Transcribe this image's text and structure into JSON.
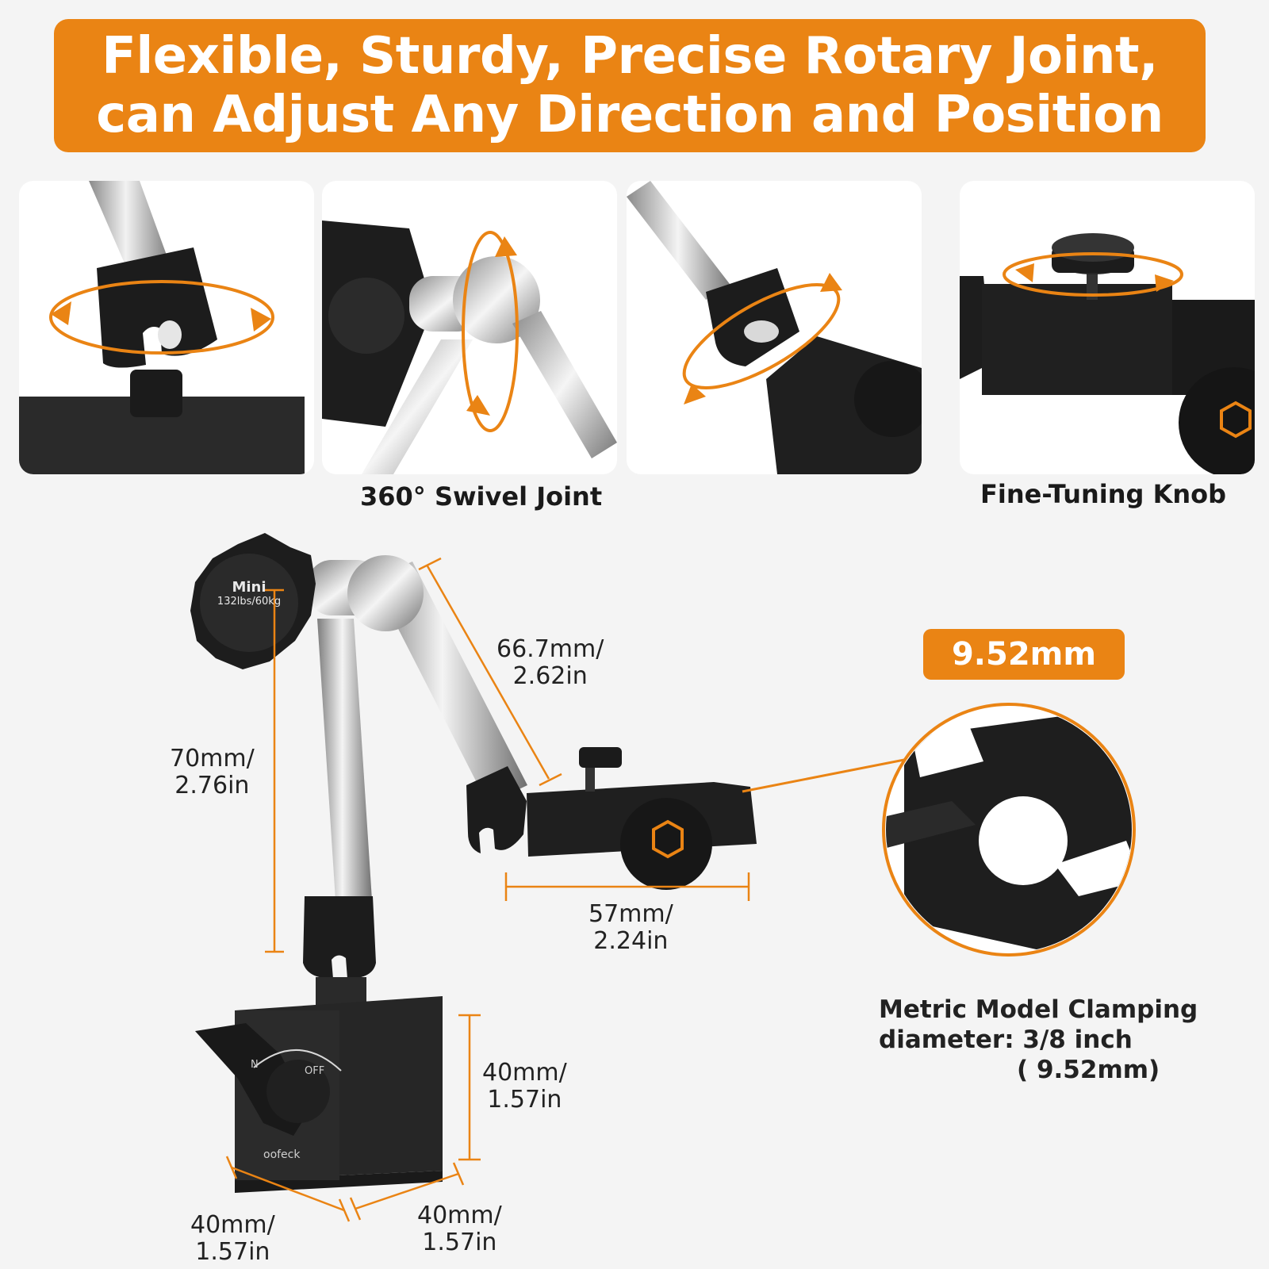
{
  "banner": {
    "line1": "Flexible, Sturdy, Precise Rotary Joint,",
    "line2": "can Adjust Any Direction and Position"
  },
  "captions": {
    "swivel": "360° Swivel Joint",
    "fine_tuning": "Fine-Tuning Knob"
  },
  "knob_label": {
    "model": "Mini",
    "rating": "132lbs/60kg"
  },
  "dimensions": {
    "upper_arm": [
      "66.7mm/",
      "2.62in"
    ],
    "lower_arm": [
      "70mm/",
      "2.76in"
    ],
    "clamp_length": [
      "57mm/",
      "2.24in"
    ],
    "base_height": [
      "40mm/",
      "1.57in"
    ],
    "base_width": [
      "40mm/",
      "1.57in"
    ],
    "base_depth": [
      "40mm/",
      "1.57in"
    ]
  },
  "clamp_badge": "9.52mm",
  "clamp_note": {
    "line1": "Metric Model Clamping",
    "line2": "diameter:  3/8 inch",
    "line3": "( 9.52mm)"
  },
  "switch_labels": {
    "on": "N",
    "off": "OFF",
    "brand": "oofeck"
  },
  "colors": {
    "accent": "#ea8414",
    "metal": "#bcbcbc",
    "black_part": "#1c1c1c"
  }
}
